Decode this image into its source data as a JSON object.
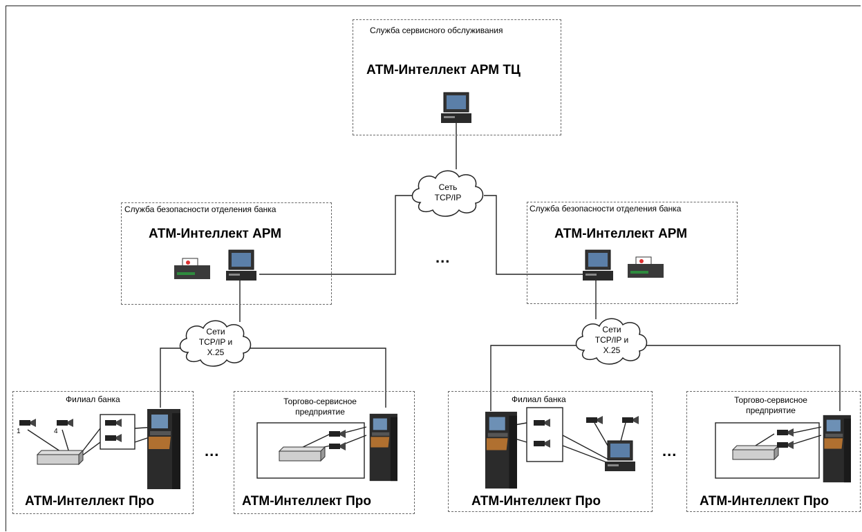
{
  "service": {
    "caption": "Служба сервисного обслуживания",
    "title": "АТМ-Интеллект АРМ ТЦ"
  },
  "network_main": {
    "label": "Сеть\nTCP/IP"
  },
  "security_left": {
    "caption": "Служба безопасности отделения банка",
    "title": "АТМ-Интеллект АРМ"
  },
  "security_right": {
    "caption": "Служба безопасности отделения банка",
    "title": "АТМ-Интеллект АРМ"
  },
  "network_left": {
    "label": "Сети\nTCP/IP и\nX.25"
  },
  "network_right": {
    "label": "Сети\nTCP/IP и\nX.25"
  },
  "ellipsis": "...",
  "sites": [
    {
      "caption": "Филиал банка",
      "title": "АТМ-Интеллект Про",
      "cam_labels": [
        "1",
        "4"
      ]
    },
    {
      "caption": "Торгово-сервисное\nпредприятие",
      "title": "АТМ-Интеллект Про"
    },
    {
      "caption": "Филиал банка",
      "title": "АТМ-Интеллект Про"
    },
    {
      "caption": "Торгово-сервисное\nпредприятие",
      "title": "АТМ-Интеллект Про"
    }
  ]
}
